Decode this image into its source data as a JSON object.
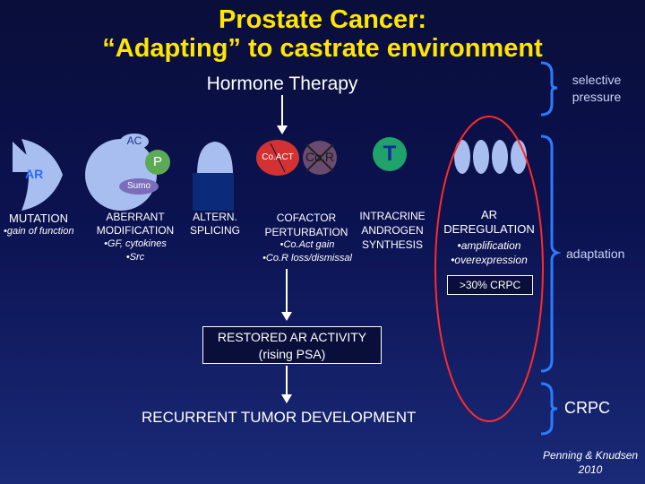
{
  "title_line1": "Prostate Cancer:",
  "title_line2": "“Adapting” to castrate environment",
  "hormone_therapy": "Hormone Therapy",
  "selective_pressure": [
    "selective",
    "pressure"
  ],
  "shapes": {
    "ar": "AR",
    "ac": "AC",
    "p": "P",
    "sumo": "Sumo",
    "coact": "Co.ACT",
    "cor": "Co.R",
    "t": "T"
  },
  "mechanisms": {
    "mutation": {
      "title": "MUTATION",
      "detail": "•gain of function"
    },
    "aberrant": {
      "title": [
        "ABERRANT",
        "MODIFICATION"
      ],
      "detail": [
        "•GF, cytokines",
        "•Src"
      ]
    },
    "altern": {
      "title": [
        "ALTERN.",
        "SPLICING"
      ]
    },
    "cofactor": {
      "title": [
        "COFACTOR",
        "PERTURBATION"
      ],
      "detail": [
        "•Co.Act gain",
        "•Co.R loss/dismissal"
      ]
    },
    "intracrine": {
      "title": [
        "INTRACRINE",
        "ANDROGEN",
        "SYNTHESIS"
      ]
    },
    "ar_dereg": {
      "title": [
        "AR",
        "DEREGULATION"
      ],
      "detail": [
        "•amplification",
        "•overexpression"
      ]
    }
  },
  "adaptation": "adaptation",
  "crpc_pct": ">30% CRPC",
  "restored": [
    "RESTORED AR ACTIVITY",
    "(rising PSA)"
  ],
  "recurrent": "RECURRENT TUMOR DEVELOPMENT",
  "crpc": "CRPC",
  "citation": [
    "Penning & Knudsen",
    "2010"
  ],
  "colors": {
    "title": "#ffe600",
    "receptor": "#a8bdf0",
    "ar_text": "#2a6cff",
    "p_circle": "#5caa56",
    "sumo": "#7a6dbb",
    "coact": "#d23232",
    "cor": "#6a4a6e",
    "t_circle": "#1fa36a",
    "t_text": "#102a9c",
    "ellipse": "#ff2a2a"
  }
}
